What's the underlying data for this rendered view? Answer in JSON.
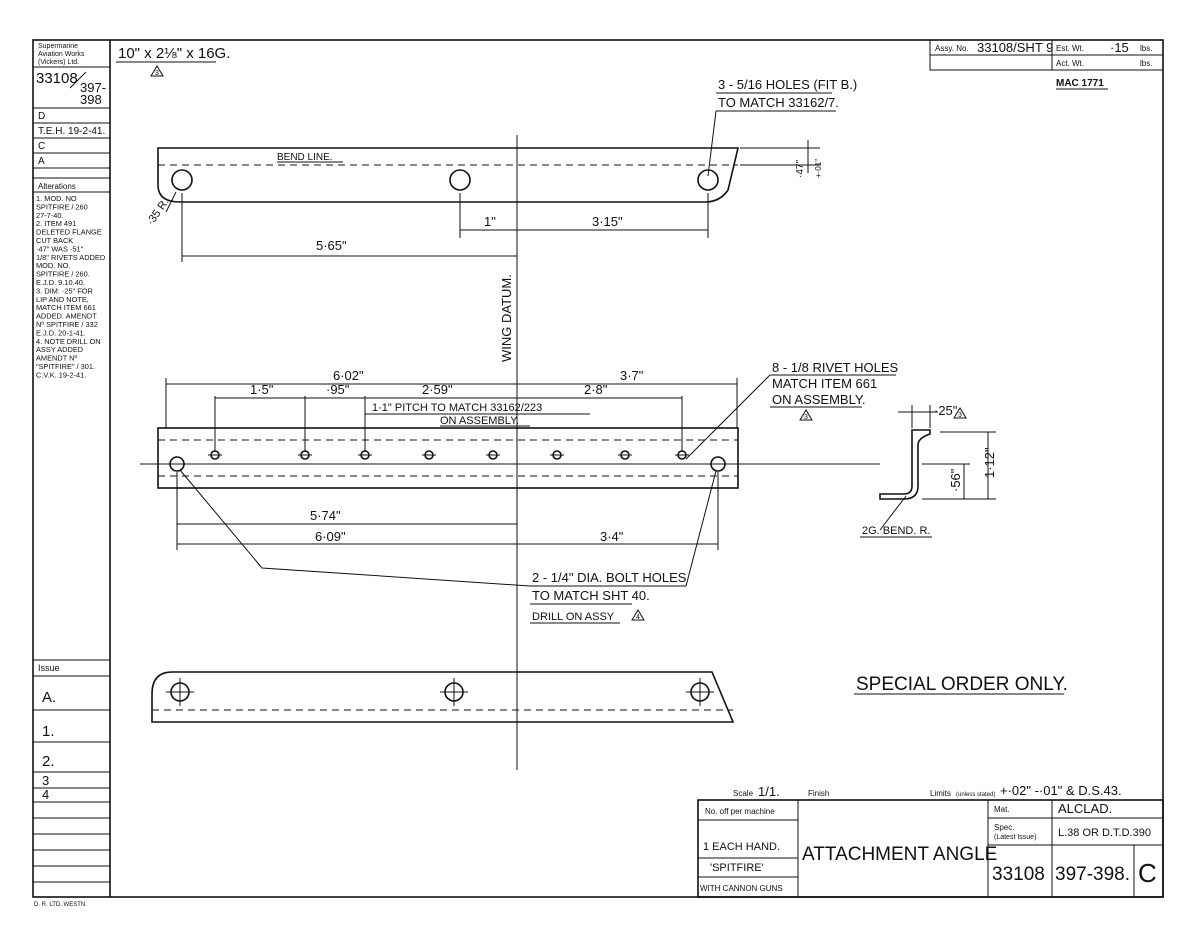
{
  "left_column": {
    "company": [
      "Supermarine",
      "Aviation Works",
      "(Vickers) Ltd."
    ],
    "number_top": "33108",
    "number_sub_a": "397-",
    "number_sub_b": "398",
    "rows": [
      "D",
      "T.E.H. 19-2-41.",
      "C",
      "A"
    ],
    "alterations_heading": "Alterations",
    "alterations": [
      "1. MOD. NO",
      "SPITFIRE / 260",
      "27-7-40.",
      "2. ITEM 491",
      "DELETED FLANGE",
      "CUT BACK",
      "·47\" WAS ·51\"",
      "1/8\" RIVETS ADDED",
      "MOD. NO.",
      "SPITFIRE / 260.",
      "E.J.D. 9.10.40.",
      "3. DIM: ·25\" FOR",
      "LIP AND NOTE,",
      "MATCH ITEM 661",
      "ADDED. AMENDT",
      "Nº SPITFIRE / 332",
      "E.J.D. 20-1-41.",
      "4. NOTE DRILL ON",
      "ASSY ADDED",
      "AMENDT Nº",
      "\"SPITFIRE\" / 301.",
      "C.V.K. 19-2-41."
    ],
    "issue_heading": "Issue",
    "issues": [
      "A.",
      "1.",
      "2.",
      "3",
      "4"
    ],
    "printer": "D. R. LTD. WESTN."
  },
  "header": {
    "stock_size": "10\" x 2⅛\" x 16G.",
    "stock_note": "3",
    "assy_label": "Assy. No.",
    "assy_value": "33108/SHT 9",
    "est_wt_label": "Est. Wt.",
    "est_wt_value": "·15",
    "act_wt_label": "Act. Wt.",
    "lbs": "lbs.",
    "mac": "MAC 1771"
  },
  "view1": {
    "holes_note_1": "3 - 5/16 HOLES (FIT B.)",
    "holes_note_2": "TO MATCH 33162/7.",
    "bend_line": "BEND LINE.",
    "radius": "·35 R.",
    "dim_thick": "·47\"",
    "dim_thick_tol": "+·01\"",
    "dim_1": "1\"",
    "dim_315": "3·15\"",
    "dim_565": "5·65\""
  },
  "wing_datum": "WING DATUM.",
  "view2": {
    "dim_602": "6·02\"",
    "dim_37": "3·7\"",
    "dim_15": "1·5\"",
    "dim_95": "·95\"",
    "dim_259": "2·59\"",
    "dim_28": "2·8\"",
    "pitch_note_1": "1·1\" PITCH TO MATCH 33162/223",
    "pitch_note_2": "ON ASSEMBLY.",
    "rivet_note_1": "8 - 1/8 RIVET HOLES",
    "rivet_note_2": "MATCH ITEM 661",
    "rivet_note_3": "ON ASSEMBLY.",
    "rivet_note_mark": "3",
    "dim_574": "5·74\"",
    "dim_609": "6·09\"",
    "dim_34": "3·4\"",
    "bolt_note_1": "2 - 1/4\" DIA. BOLT HOLES",
    "bolt_note_2": "TO MATCH SHT 40.",
    "bolt_note_3": "DRILL ON ASSY",
    "bolt_note_mark": "4"
  },
  "section": {
    "dim_25": "·25\"",
    "dim_25_mark": "3",
    "dim_112": "1·12\"",
    "dim_56": "·56\"",
    "bend_r": "2G. BEND. R."
  },
  "special_order": "SPECIAL ORDER ONLY.",
  "title_block": {
    "scale_label": "Scale",
    "scale_value": "1/1.",
    "finish_label": "Finish",
    "limits_label": "Limits",
    "limits_sub": "(unless stated)",
    "limits_value": "+·02\" -·01\" & D.S.43.",
    "no_off_label": "No. off per machine",
    "no_off_1": "1 EACH HAND.",
    "no_off_2": "'SPITFIRE'",
    "no_off_3": "WITH CANNON GUNS",
    "title": "ATTACHMENT ANGLE",
    "mat_label": "Mat.",
    "mat_value": "ALCLAD.",
    "spec_label_1": "Spec.",
    "spec_label_2": "(Latest Issue)",
    "spec_value": "L.38 OR D.T.D.390",
    "drawing_no": "33108",
    "sheet_no": "397-398.",
    "issue_letter": "C"
  }
}
